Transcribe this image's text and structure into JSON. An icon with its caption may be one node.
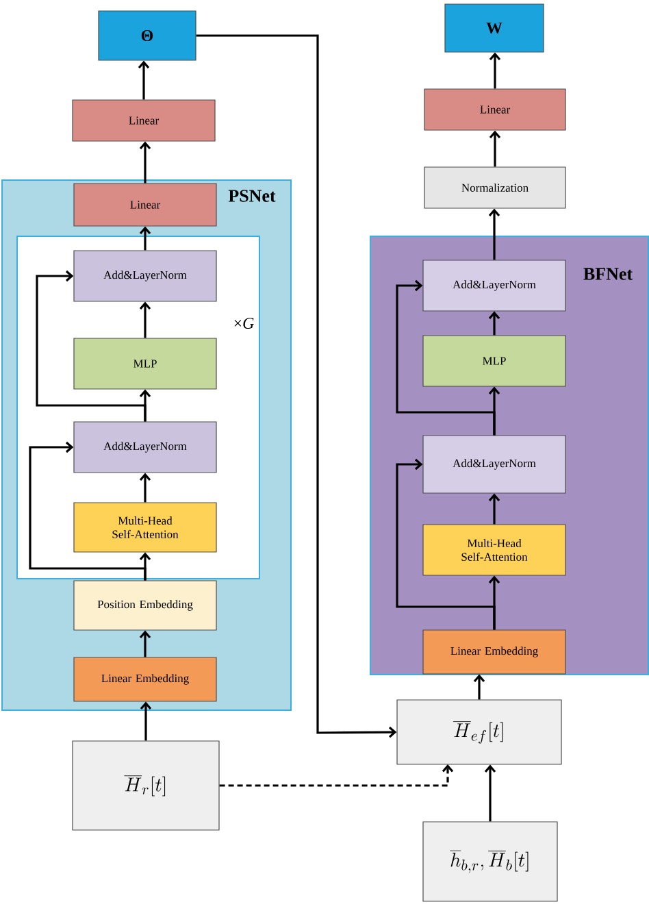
{
  "diagram": {
    "nodes": [
      {
        "text": [
          "Θ"
        ]
      },
      {
        "text": [
          "Linear"
        ]
      },
      {
        "text": [
          "PSNet"
        ]
      },
      {
        "text": [
          "Linear"
        ],
        "in": 2
      },
      {
        "text": [
          "×*G*"
        ],
        "in": 2
      },
      {
        "text": [
          "Add&LayerNorm"
        ],
        "in": 4
      },
      {
        "text": [
          "MLP"
        ],
        "in": 4
      },
      {
        "text": [
          "Add&LayerNorm"
        ],
        "in": 4
      },
      {
        "text": [
          "Multi-Head Self-Attention"
        ],
        "in": 4
      },
      {
        "text": [
          "Position Embedding"
        ],
        "in": 2
      },
      {
        "text": [
          "Linear Embedding"
        ],
        "in": 2
      },
      {
        "text": [
          "\\overline{H}_r[t]"
        ]
      },
      {
        "text": [
          "W"
        ]
      },
      {
        "text": [
          "Linear"
        ]
      },
      {
        "text": [
          "Normalization"
        ]
      },
      {
        "text": [
          "BFNet"
        ]
      },
      {
        "text": [
          "Add&LayerNorm"
        ],
        "in": 15
      },
      {
        "text": [
          "MLP"
        ],
        "in": 15
      },
      {
        "text": [
          "Add&LayerNorm"
        ],
        "in": 15
      },
      {
        "text": [
          "Multi-Head Self-Attention"
        ],
        "in": 15
      },
      {
        "text": [
          "Linear Embedding"
        ],
        "in": 15
      },
      {
        "text": [
          "\\overline{H}_{ef}[t]"
        ]
      },
      {
        "text": [
          "\\overline{h}_{b,r},\\overline{H}_b[t]"
        ]
      }
    ],
    "edges": [
      {
        "from": 11,
        "to": 10,
        "arrow": "to"
      },
      {
        "from": 10,
        "to": 9,
        "arrow": "to"
      },
      {
        "from": 9,
        "to": 8,
        "arrow": "to"
      },
      {
        "from": 9,
        "to": 7,
        "arrow": "to"
      },
      {
        "from": 8,
        "to": 7,
        "arrow": "to"
      },
      {
        "from": 7,
        "to": 6,
        "arrow": "to"
      },
      {
        "from": 7,
        "to": 5,
        "arrow": "to"
      },
      {
        "from": 6,
        "to": 5,
        "arrow": "to"
      },
      {
        "from": 5,
        "to": 3,
        "arrow": "to"
      },
      {
        "from": 3,
        "to": 1,
        "arrow": "to"
      },
      {
        "from": 1,
        "to": 0,
        "arrow": "to"
      },
      {
        "from": 0,
        "to": 21,
        "arrow": "to"
      },
      {
        "from": 11,
        "to": 21,
        "arrow": "to",
        "style": "dashed"
      },
      {
        "from": 22,
        "to": 21,
        "arrow": "to"
      },
      {
        "from": 21,
        "to": 20,
        "arrow": "to"
      },
      {
        "from": 20,
        "to": 19,
        "arrow": "to"
      },
      {
        "from": 20,
        "to": 18,
        "arrow": "to"
      },
      {
        "from": 19,
        "to": 18,
        "arrow": "to"
      },
      {
        "from": 18,
        "to": 17,
        "arrow": "to"
      },
      {
        "from": 18,
        "to": 16,
        "arrow": "to"
      },
      {
        "from": 17,
        "to": 16,
        "arrow": "to"
      },
      {
        "from": 16,
        "to": 14,
        "arrow": "to"
      },
      {
        "from": 14,
        "to": 13,
        "arrow": "to"
      },
      {
        "from": 13,
        "to": 12,
        "arrow": "to"
      }
    ]
  }
}
